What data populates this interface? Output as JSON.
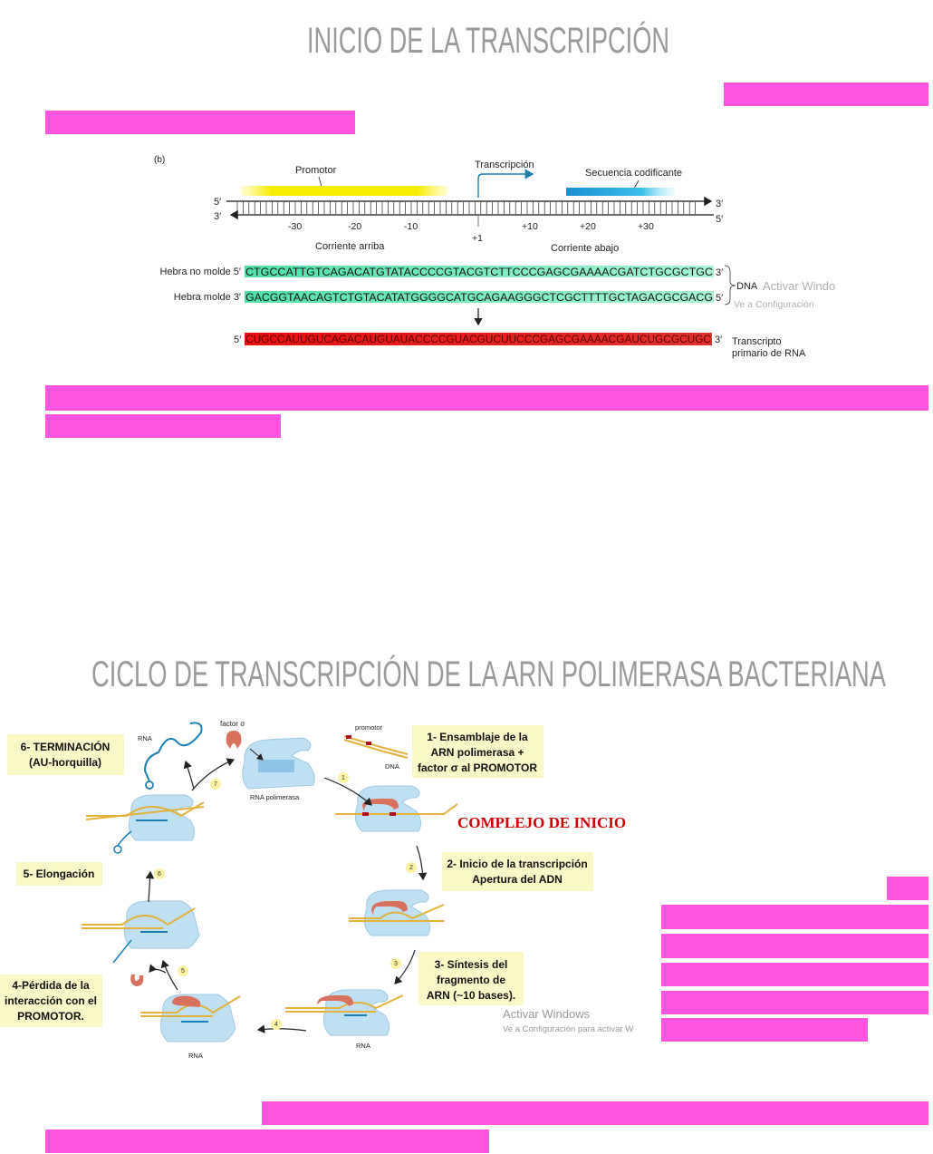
{
  "titles": {
    "section1": "INICIO DE LA TRANSCRIPCIÓN",
    "section2": "CICLO DE TRANSCRIPCIÓN DE LA ARN POLIMERASA BACTERIANA"
  },
  "colors": {
    "highlight": "#ff55e0",
    "title": "#9a9a9a",
    "complejo": "#cc0000"
  },
  "figure1": {
    "panel_label": "(b)",
    "promotor": "Promotor",
    "transcripcion": "Transcripción",
    "secuencia_codificante": "Secuencia codificante",
    "five_prime": "5′",
    "three_prime": "3′",
    "positions": [
      "-30",
      "-20",
      "-10",
      "+1",
      "+10",
      "+20",
      "+30"
    ],
    "upstream": "Corriente arriba",
    "downstream": "Corriente abajo",
    "nontemplate_label": "Hebra no molde 5′",
    "nontemplate_seq": "CTGCCATTGTCAGACATGTATACCCCGTACGTCTTCCCGAGCGAAAACGATCTGCGCTGC",
    "nontemplate_end": "3′",
    "template_label": "Hebra molde 3′",
    "template_seq": "GACGGTAACAGTCTGTACATATGGGGCATGCAGAAGGGCTCGCTTTTGCTAGACGCGACG",
    "template_end": "5′",
    "dna_label": "DNA",
    "rna_start": "5′",
    "rna_seq": "CUGCCAUUGUCAGACAUGUAUACCCCGUACGUCUUCCCGAGCGAAAACGAUCUGCGCUGC",
    "rna_end": "3′",
    "rna_label_1": "Transcripto",
    "rna_label_2": "primario de RNA",
    "watermark_1": "Activar Windo",
    "watermark_2": "Ve a Configuración"
  },
  "figure2": {
    "factor_sigma": "factor σ",
    "promotor": "promotor",
    "dna": "DNA",
    "rna": "RNA",
    "rna_polimerasa": "RNA polimerasa",
    "complejo": "COMPLEJO DE INICIO",
    "steps": [
      "1",
      "2",
      "3",
      "4",
      "5",
      "6",
      "7"
    ],
    "box1": [
      "1- Ensamblaje de la",
      "ARN polimerasa +",
      "factor σ al PROMOTOR"
    ],
    "box2": [
      "2- Inicio de la transcripción",
      "Apertura del ADN"
    ],
    "box3": [
      "3- Síntesis del",
      "fragmento de",
      "ARN (~10 bases)."
    ],
    "box4": [
      "4-Pérdida de la",
      "interacción con el",
      "PROMOTOR."
    ],
    "box5": [
      "5- Elongación"
    ],
    "box6": [
      "6- TERMINACIÓN",
      "(AU-horquilla)"
    ],
    "watermark_1": "Activar Windows",
    "watermark_2": "Ve a Configuración para activar W"
  }
}
